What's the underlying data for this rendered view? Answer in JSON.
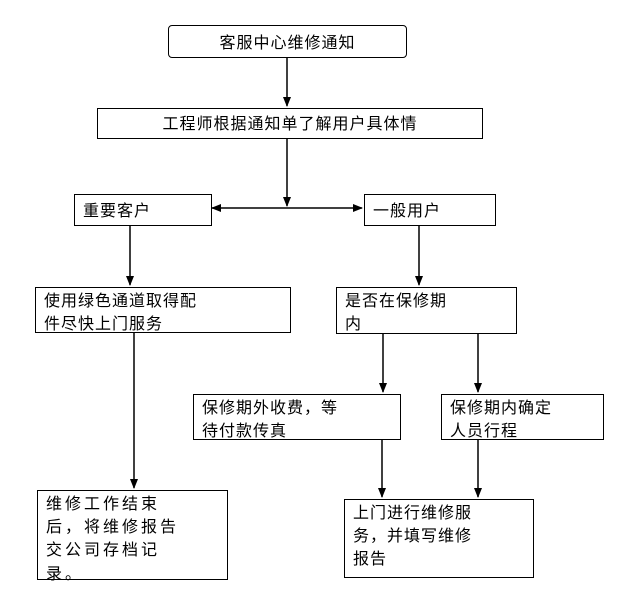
{
  "nodes": {
    "start": "客服中心维修通知",
    "engineer": "工程师根据通知单了解用户具体情",
    "important_customer": "重要客户",
    "general_user": "一般用户",
    "green_channel": "使用绿色通道取得配\n件尽快上门服务",
    "in_warranty_check": "是否在保修期\n内",
    "out_of_warranty": "保修期外收费，等\n待付款传真",
    "in_warranty": "保修期内确定\n人员行程",
    "finish_report": "维修工作结束\n后，将维修报告\n交公司存档记\n录。",
    "onsite_service": "上门进行维修服\n务，并填写维修\n报告"
  }
}
